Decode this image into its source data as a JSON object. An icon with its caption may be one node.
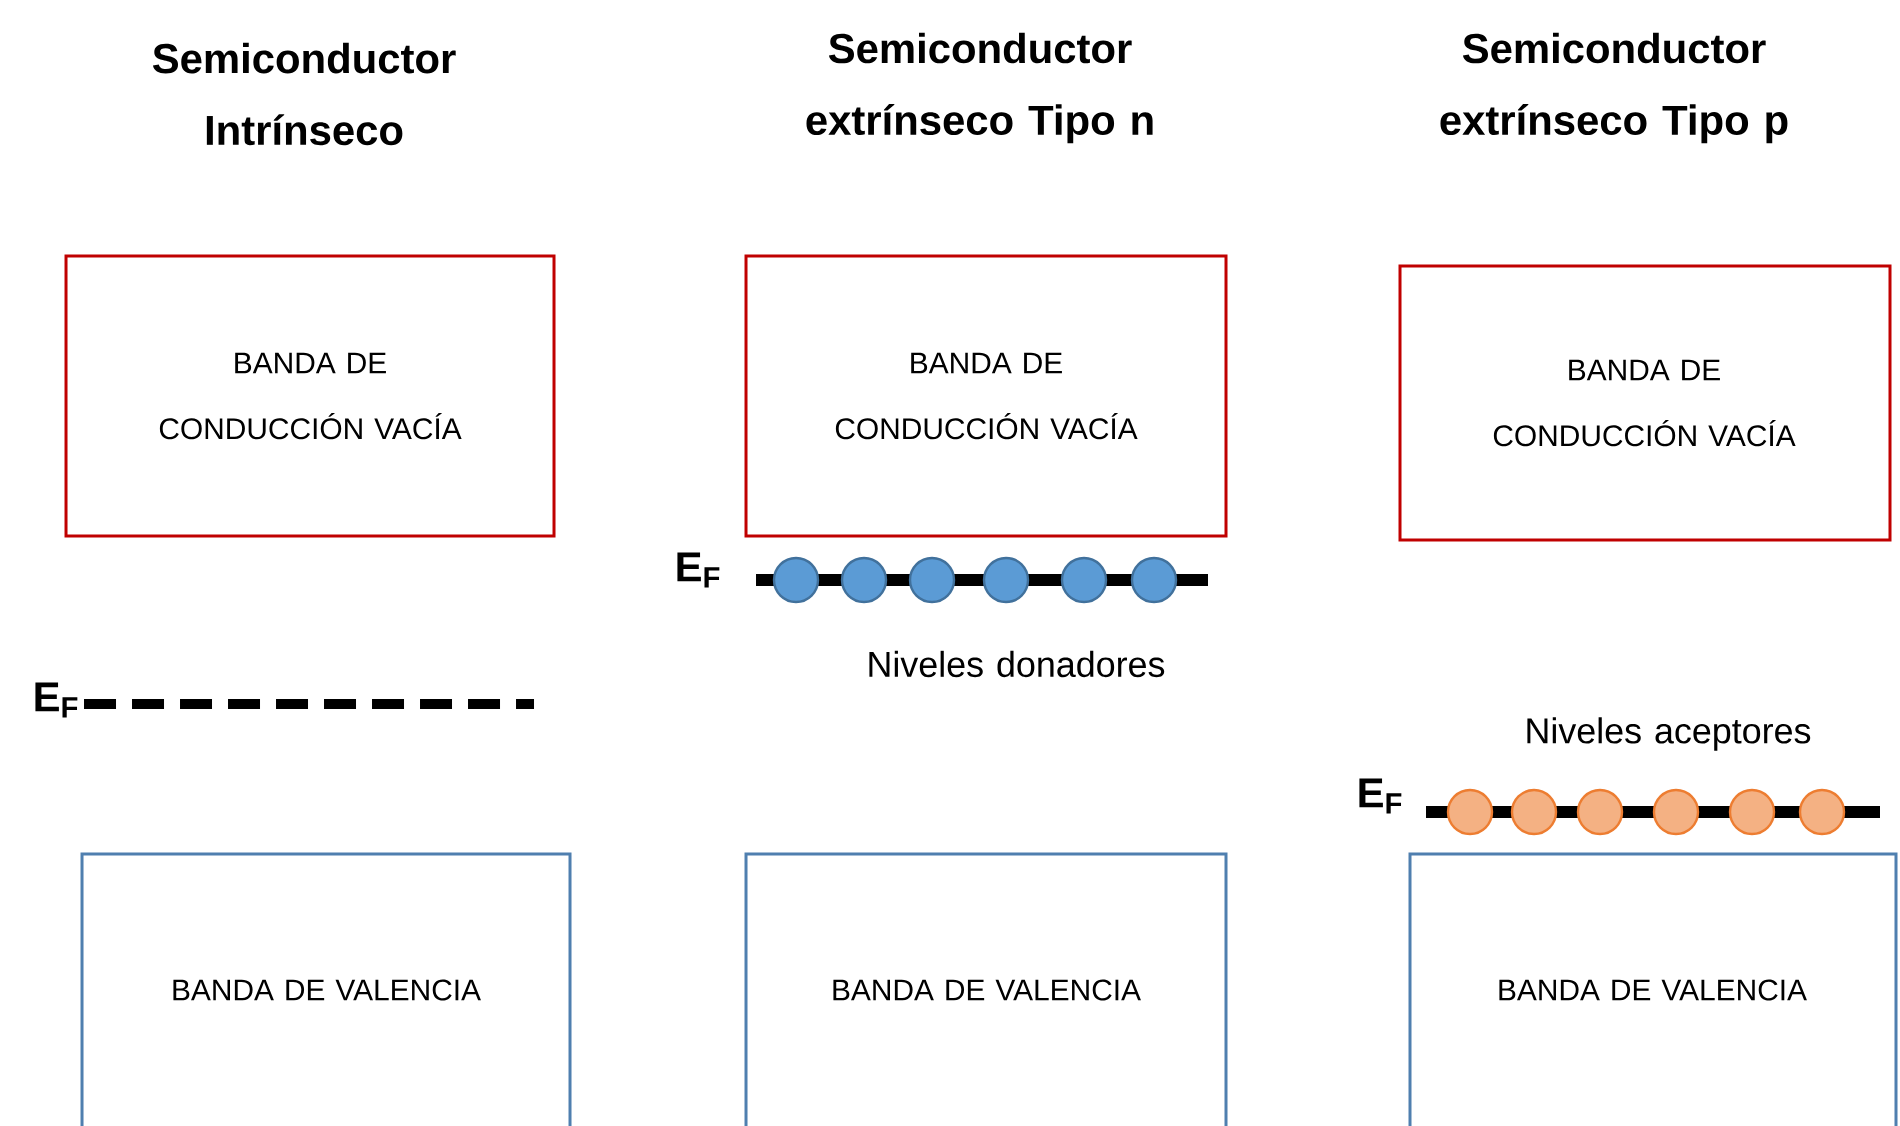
{
  "diagram": {
    "nodes": [
      {
        "text": [
          "BANDA DE CONDUCCIÓN VACÍA"
        ]
      },
      {
        "text": [
          "BANDA DE CONDUCCIÓN VACÍA"
        ]
      },
      {
        "text": [
          "BANDA DE CONDUCCIÓN VACÍA"
        ]
      },
      {
        "text": [
          "BANDA DE VALENCIA"
        ]
      },
      {
        "text": [
          "BANDA DE VALENCIA"
        ]
      },
      {
        "text": [
          "BANDA DE VALENCIA"
        ]
      }
    ],
    "labels": [
      "Semiconductor Intrínseco",
      "Semiconductor extrínseco Tipo n",
      "Semiconductor extrínseco Tipo p",
      "E$_{F}$",
      "Niveles donadores",
      "E$_{F}$",
      "Niveles aceptores",
      "E$_{F}$"
    ]
  }
}
